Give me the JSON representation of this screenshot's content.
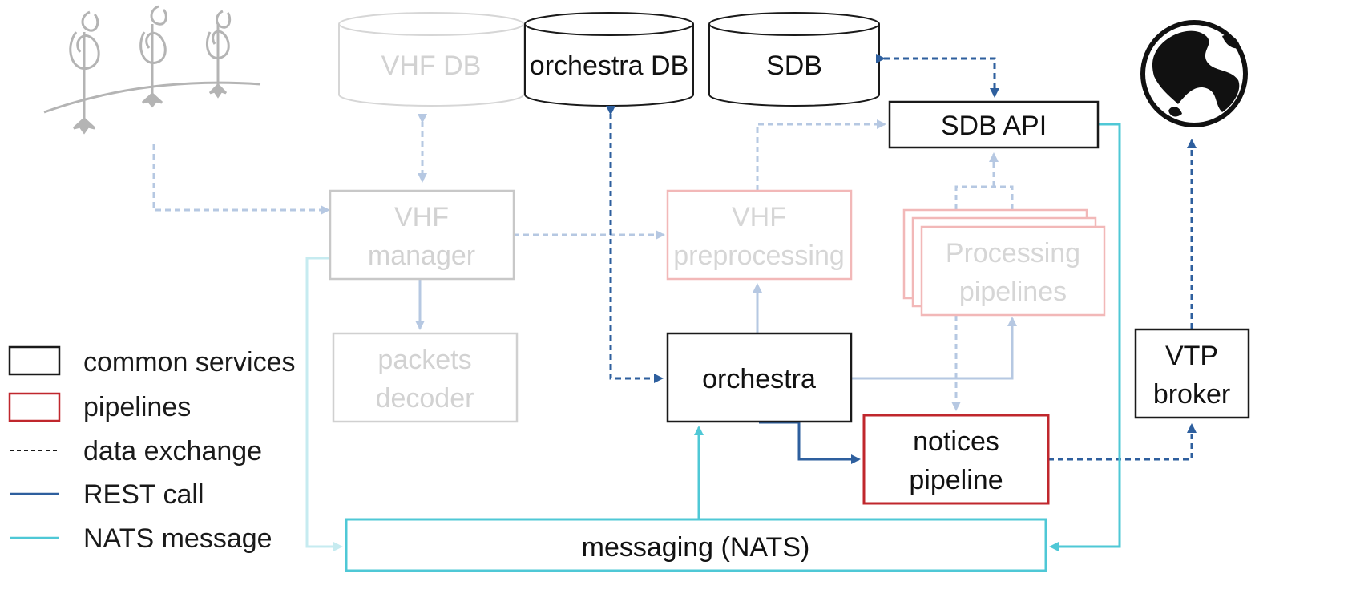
{
  "nodes": {
    "vhf_db": "VHF DB",
    "orchestra_db": "orchestra DB",
    "sdb": "SDB",
    "sdb_api": "SDB API",
    "vhf_manager": [
      "VHF",
      "manager"
    ],
    "vhf_preprocessing": [
      "VHF",
      "preprocessing"
    ],
    "processing_pipelines": [
      "Processing",
      "pipelines"
    ],
    "packets_decoder": [
      "packets",
      "decoder"
    ],
    "orchestra": "orchestra",
    "vtp_broker": [
      "VTP",
      "broker"
    ],
    "notices_pipeline": [
      "notices",
      "pipeline"
    ],
    "messaging": "messaging (NATS)"
  },
  "legend": {
    "common_services": "common services",
    "pipelines": "pipelines",
    "data_exchange": "data exchange",
    "rest_call": "REST call",
    "nats_message": "NATS message"
  },
  "colors": {
    "common_service_border": "#1a1a1a",
    "pipeline_border": "#c0272d",
    "rest_call": "#2e5f9e",
    "nats_message": "#4fc8d6",
    "faded_blue": "#b6c8e2",
    "faded_red": "#f2b8b8",
    "faded_gray": "#c8c8c8",
    "faded_cyan": "#c6ebf0"
  },
  "icons": [
    "antenna-trees-icon",
    "globe-icon"
  ]
}
